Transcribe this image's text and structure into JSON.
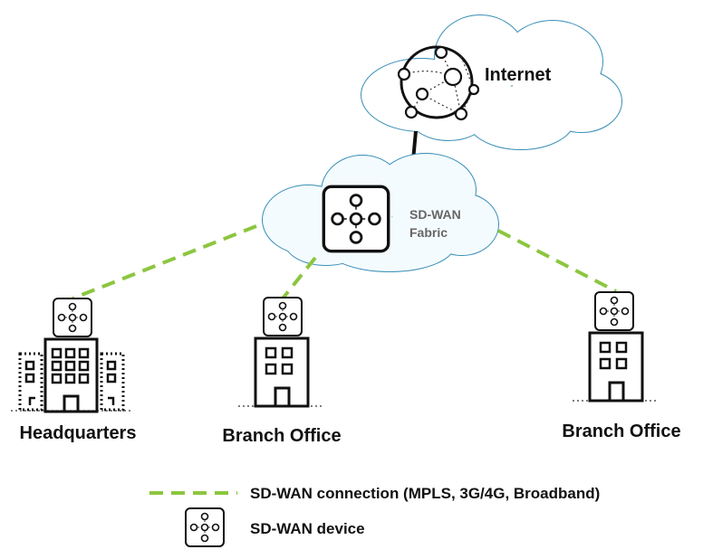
{
  "clouds": {
    "internet": {
      "label": "Internet"
    },
    "fabric": {
      "line1": "SD-WAN",
      "line2": "Fabric"
    }
  },
  "sites": [
    {
      "label": "Headquarters"
    },
    {
      "label": "Branch Office"
    },
    {
      "label": "Branch Office"
    }
  ],
  "legend": {
    "connection": "SD-WAN connection (MPLS, 3G/4G, Broadband)",
    "device": "SD-WAN device"
  },
  "colors": {
    "connection": "#8cc63f",
    "cloud_stroke": "#3a8fb7",
    "cloud_fill": "#f4fbfe",
    "fabric_text": "#666666"
  },
  "icons": [
    "globe-network-icon",
    "sd-wan-device-icon",
    "building-icon"
  ]
}
